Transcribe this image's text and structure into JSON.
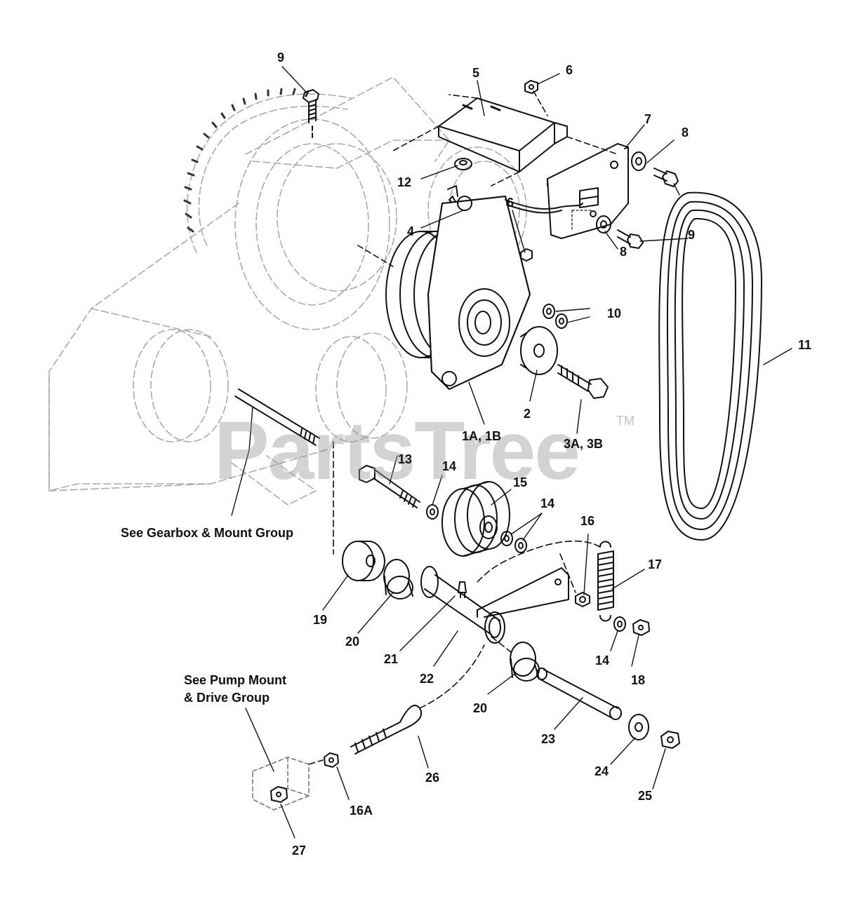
{
  "watermark": {
    "text": "PartsTree",
    "trademark": "TM"
  },
  "notes": {
    "gearbox": "See Gearbox & Mount Group",
    "pump_line1": "See Pump Mount",
    "pump_line2": "& Drive Group"
  },
  "callouts": {
    "c9a": "9",
    "c5": "5",
    "c6a": "6",
    "c7": "7",
    "c8a": "8",
    "c12": "12",
    "c6b": "6",
    "c4": "4",
    "c9b": "9",
    "c8b": "8",
    "c10": "10",
    "c11": "11",
    "c2": "2",
    "c1": "1A, 1B",
    "c3": "3A, 3B",
    "c13": "13",
    "c14a": "14",
    "c15": "15",
    "c14b": "14",
    "c16": "16",
    "c17": "17",
    "c19": "19",
    "c20a": "20",
    "c21": "21",
    "c22": "22",
    "c14c": "14",
    "c18": "18",
    "c20b": "20",
    "c23": "23",
    "c24": "24",
    "c25": "25",
    "c26": "26",
    "c16a": "16A",
    "c27": "27"
  }
}
